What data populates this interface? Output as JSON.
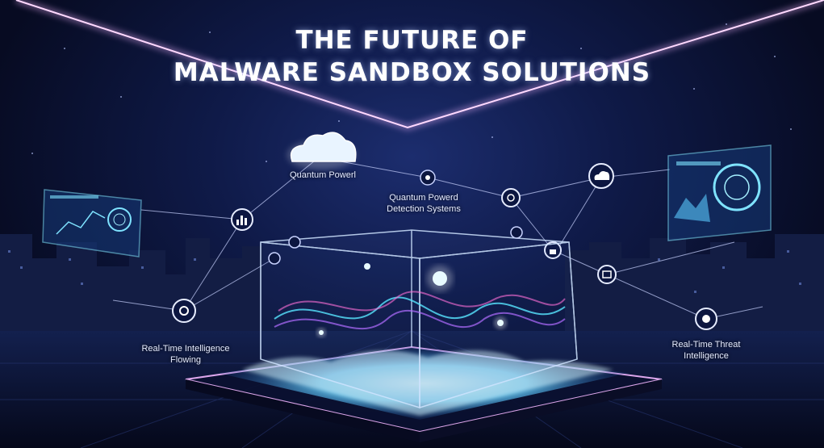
{
  "title": {
    "line1": "THE FUTURE OF",
    "line2": "MALWARE SANDBOX SOLUTIONS"
  },
  "labels": {
    "cloud": "Quantum Powerl",
    "center_line1": "Quantum Powerd",
    "center_line2": "Detection Systems",
    "left_line1": "Real-Time Intelligence",
    "left_line2": "Flowing",
    "right_line1": "Real-Time Threat",
    "right_line2": "Intelligence"
  },
  "colors": {
    "neon_pink": "#f3b6ff",
    "cyan": "#7fe3ff",
    "sky_top": "#1c2d6e",
    "sky_bottom": "#070b22"
  },
  "icons": [
    "cloud-icon",
    "chart-icon",
    "gear-icon",
    "ai-chip-icon",
    "lock-icon",
    "network-icon",
    "settings-icon"
  ]
}
